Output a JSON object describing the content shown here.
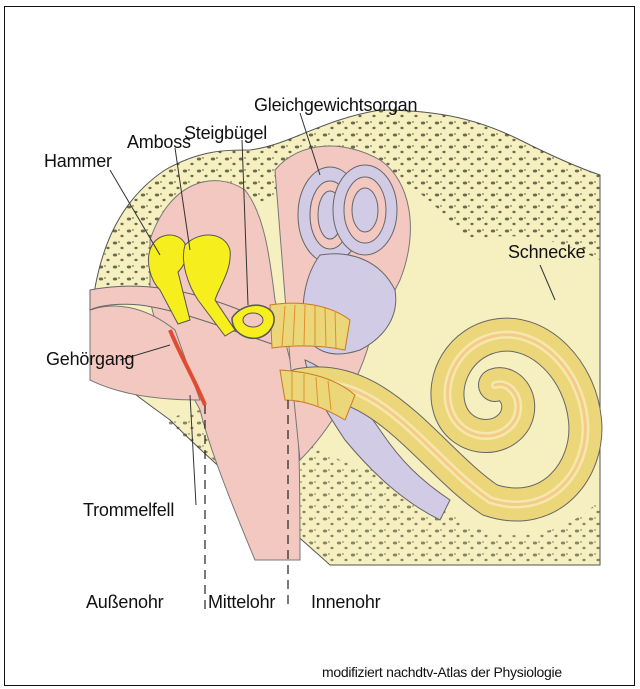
{
  "labels": {
    "gleichgewichtsorgan": "Gleichgewichtsorgan",
    "steigbuegel": "Steigbügel",
    "amboss": "Amboss",
    "hammer": "Hammer",
    "schnecke": "Schnecke",
    "gehoergang": "Gehörgang",
    "trommelfell": "Trommelfell",
    "aussenohr": "Außenohr",
    "mittelohr": "Mittelohr",
    "innenohr": "Innenohr"
  },
  "credit": "modifiziert nachdtv-Atlas der Physiologie",
  "colors": {
    "bone": "#f6f0c0",
    "tissue_pink": "#f2c8c0",
    "ossicles_yellow": "#f7ee1e",
    "cochlea_yellow": "#ecd67a",
    "cochlea_orange": "#e8a030",
    "lavender": "#d2cbe6",
    "eardrum_red": "#e04c32"
  }
}
